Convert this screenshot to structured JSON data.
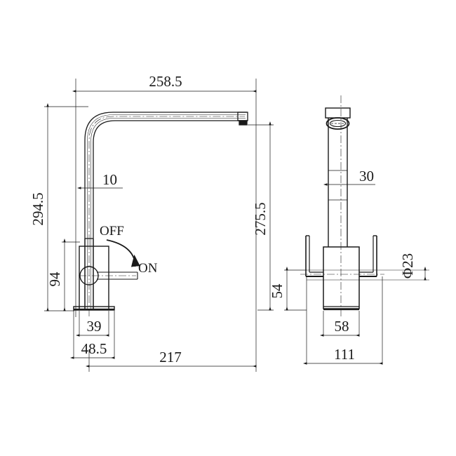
{
  "drawing": {
    "title": "Kitchen mixer tap technical dimension drawing",
    "units": "mm",
    "line_color": "#1a1a1a",
    "background_color": "#ffffff",
    "views": [
      {
        "name": "front-elevation-view",
        "position": "left"
      },
      {
        "name": "side-elevation-view",
        "position": "right"
      }
    ]
  },
  "dimensions": {
    "front": {
      "spout_reach": "258.5",
      "overall_height": "294.5",
      "spout_outlet_height": "275.5",
      "tube_diameter": "10",
      "body_height": "94",
      "base_width": "39",
      "base_plate_width": "48.5",
      "total_depth": "217"
    },
    "side": {
      "neck_width": "30",
      "handle_diameter": "Φ23",
      "body_height": "54",
      "body_width": "58",
      "handle_span": "111"
    }
  },
  "labels": {
    "valve_off": "OFF",
    "valve_on": "ON"
  }
}
